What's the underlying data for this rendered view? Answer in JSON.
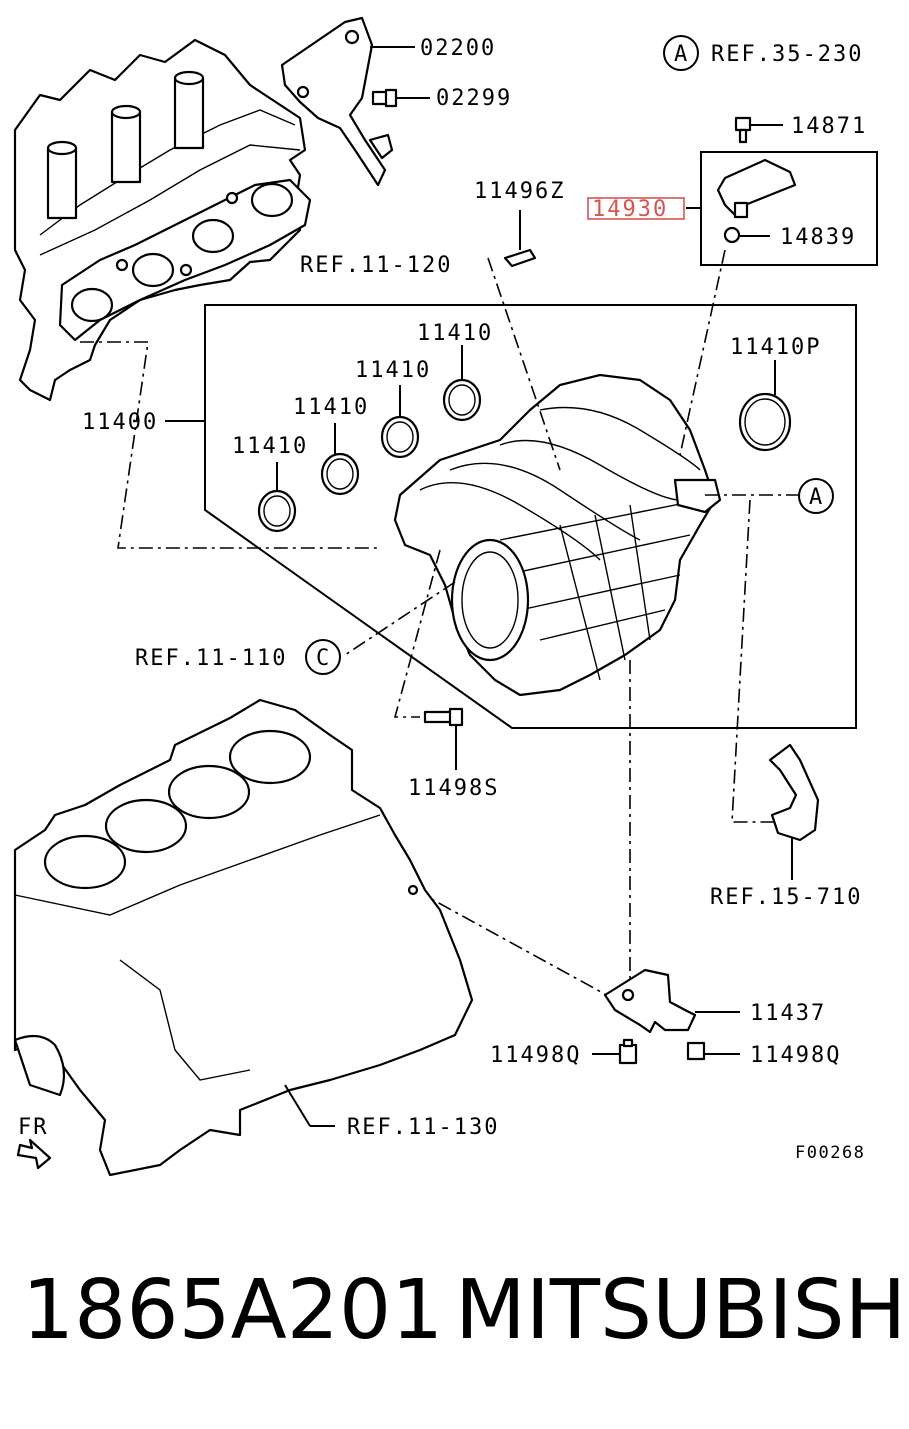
{
  "diagram": {
    "labels": {
      "ref_35_230": "REF.35-230",
      "callout_a": "A",
      "callout_c": "C",
      "p02200": "02200",
      "p02299": "02299",
      "p14871": "14871",
      "p11496z": "11496Z",
      "p14930": "14930",
      "p14839": "14839",
      "ref_11_120": "REF.11-120",
      "p11410_a": "11410",
      "p11410_b": "11410",
      "p11410_c": "11410",
      "p11410_d": "11410",
      "p11410p": "11410P",
      "p11400": "11400",
      "ref_11_110": "REF.11-110",
      "p11498s": "11498S",
      "ref_15_710": "REF.15-710",
      "p11437": "11437",
      "p11498q_left": "11498Q",
      "p11498q_right": "11498Q",
      "ref_11_130": "REF.11-130",
      "fr": "FR",
      "figure_code": "F00268"
    },
    "highlight_color": "#d9534f"
  },
  "footer": {
    "part_number": "1865A201",
    "brand": "MITSUBISHI"
  }
}
